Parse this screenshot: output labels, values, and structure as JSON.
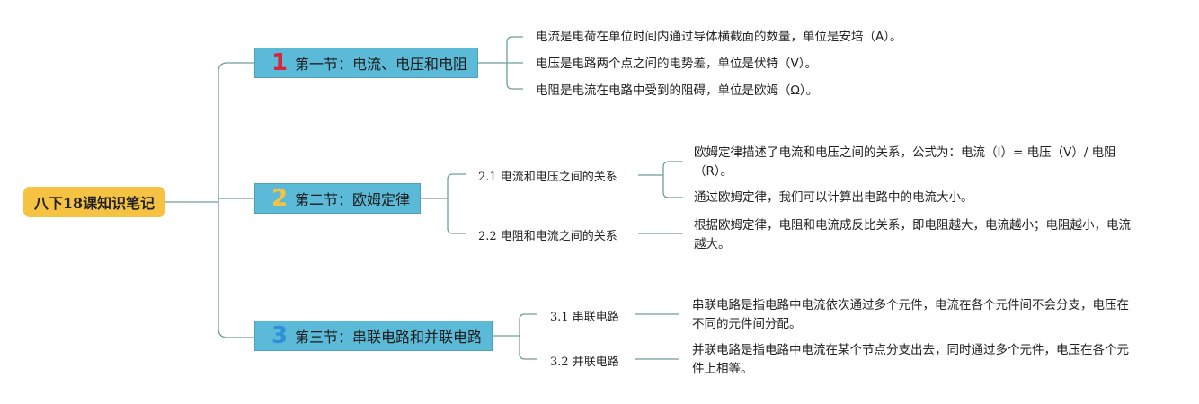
{
  "root": {
    "title": "八下18课知识笔记"
  },
  "sections": [
    {
      "badge": "1",
      "title": "第一节：电流、电压和电阻",
      "notes": [
        "电流是电荷在单位时间内通过导体横截面的数量，单位是安培（A）。",
        "电压是电路两个点之间的电势差，单位是伏特（V）。",
        "电阻是电流在电路中受到的阻碍，单位是欧姆（Ω）。"
      ]
    },
    {
      "badge": "2",
      "title": "第二节：欧姆定律",
      "subs": [
        {
          "title": "2.1 电流和电压之间的关系",
          "notes": [
            "欧姆定律描述了电流和电压之间的关系，公式为：电流（I）= 电压（V）/ 电阻（R）。",
            "通过欧姆定律，我们可以计算出电路中的电流大小。"
          ]
        },
        {
          "title": "2.2 电阻和电流之间的关系",
          "notes": [
            "根据欧姆定律，电阻和电流成反比关系，即电阻越大，电流越小；电阻越小，电流越大。"
          ]
        }
      ]
    },
    {
      "badge": "3",
      "title": "第三节：串联电路和并联电路",
      "subs": [
        {
          "title": "3.1 串联电路",
          "notes": [
            "串联电路是指电路中电流依次通过多个元件，电流在各个元件间不会分支，电压在不同的元件间分配。"
          ]
        },
        {
          "title": "3.2 并联电路",
          "notes": [
            "并联电路是指电路中电流在某个节点分支出去，同时通过多个元件，电压在各个元件上相等。"
          ]
        }
      ]
    }
  ],
  "colors": {
    "root_fill": "#f5c242",
    "section_fill": "#5bbad7",
    "connector": "#6e9f98",
    "badge_1": "#d6263b",
    "badge_2": "#f5c242",
    "badge_3": "#2f8fd8"
  }
}
